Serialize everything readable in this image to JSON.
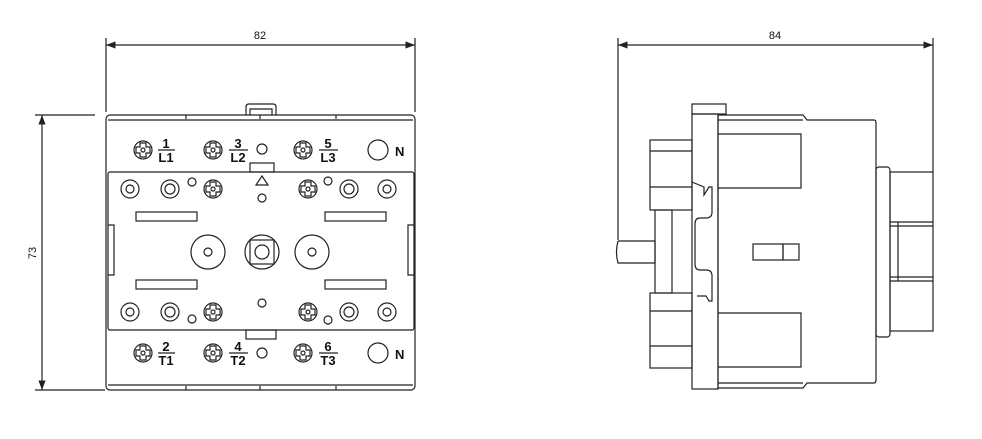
{
  "dimensions": {
    "front_width": "82",
    "side_width": "84",
    "height": "73"
  },
  "terminals_top": [
    {
      "num": "1",
      "name": "L1"
    },
    {
      "num": "3",
      "name": "L2"
    },
    {
      "num": "5",
      "name": "L3"
    }
  ],
  "terminals_bottom": [
    {
      "num": "2",
      "name": "T1"
    },
    {
      "num": "4",
      "name": "T2"
    },
    {
      "num": "6",
      "name": "T3"
    }
  ],
  "neutral_label": "N"
}
